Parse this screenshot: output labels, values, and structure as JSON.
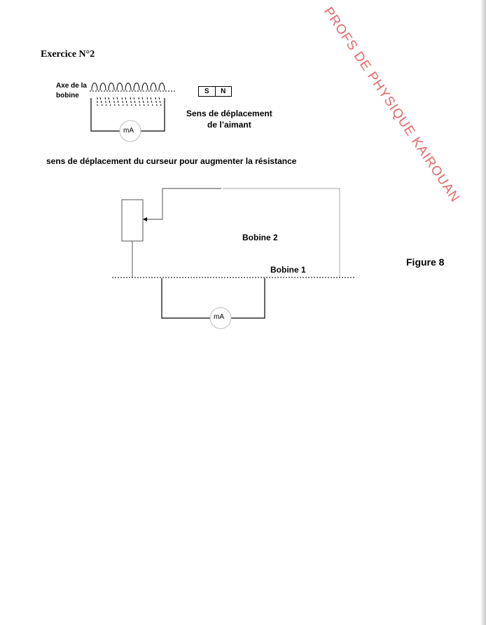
{
  "title": "Exercice N°2",
  "watermark": "PROFS DE PHYSIQUE KAIROUAN",
  "upper_figure": {
    "axis_label_line1": "Axe de la",
    "axis_label_line2": "bobine",
    "magnet_s": "S",
    "magnet_n": "N",
    "motion_label_line1": "Sens de déplacement",
    "motion_label_line2": "de l’aimant",
    "meter_label": "mA"
  },
  "question": "sens de déplacement du curseur  pour augmenter la résistance",
  "lower_figure": {
    "bobine2_label": "Bobine 2",
    "bobine1_label": "Bobine 1",
    "figure_label": "Figure 8",
    "meter_label": "mA"
  }
}
